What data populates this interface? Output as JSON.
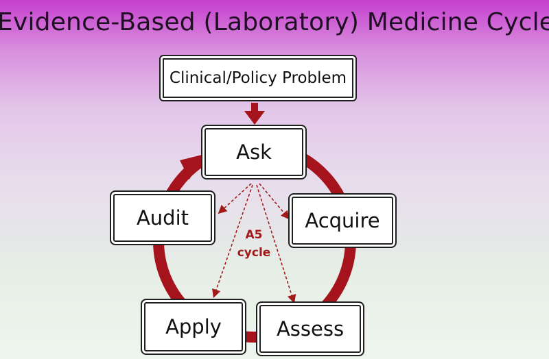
{
  "slide": {
    "title": "Evidence-Based (Laboratory) Medicine Cycle"
  },
  "diagram": {
    "problem": "Clinical/Policy Problem",
    "center_label_line1": "A5",
    "center_label_line2": "cycle",
    "nodes": {
      "ask": "Ask",
      "acquire": "Acquire",
      "assess": "Assess",
      "apply": "Apply",
      "audit": "Audit"
    }
  },
  "colors": {
    "arrow": "#a5141c",
    "dashed": "#a01a1a",
    "box_border": "#1f1f1f"
  }
}
